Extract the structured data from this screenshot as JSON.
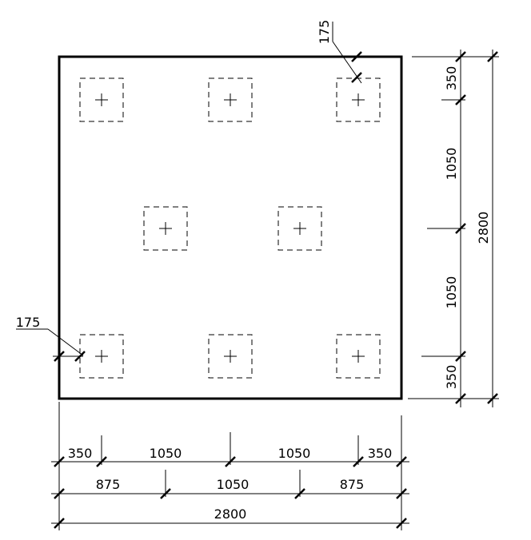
{
  "drawing": {
    "stroke_color": "#000000",
    "background": "#ffffff",
    "pile_symbol": "dashed-square-with-cross",
    "pile_count": 8
  },
  "dimensions": {
    "bottom_row1": [
      "350",
      "1050",
      "1050",
      "350"
    ],
    "bottom_row2": [
      "875",
      "1050",
      "875"
    ],
    "bottom_total": "2800",
    "right_inner": [
      "350",
      "1050",
      "1050",
      "350"
    ],
    "right_total": "2800",
    "callout_top": "175",
    "callout_left": "175"
  }
}
